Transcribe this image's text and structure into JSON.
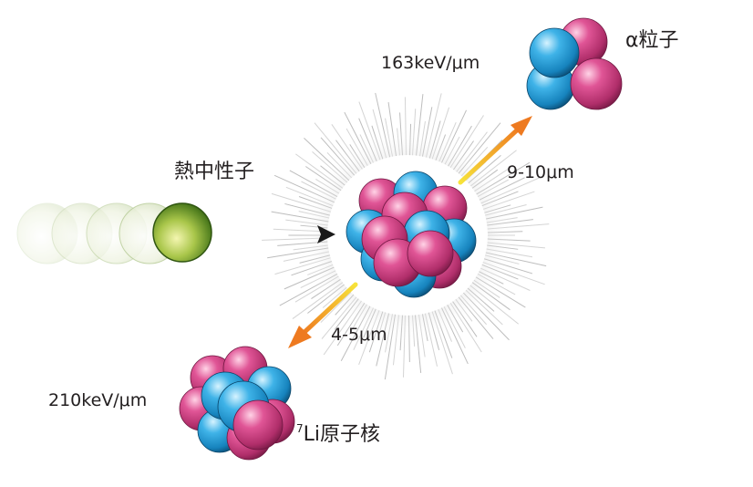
{
  "labels": {
    "neutron": "熱中性子",
    "alpha": "α粒子",
    "alpha_let": "163keV/μm",
    "alpha_range": "9-10μm",
    "li_mass": "7",
    "li_name": "Li原子核",
    "li_let": "210keV/μm",
    "li_range": "4-5μm"
  },
  "colors": {
    "proton_pink": "#c8387a",
    "neutron_blue": "#1f9bd6",
    "thermal_neutron_green": "#8fb83a",
    "track_yellow": "#f5d327",
    "track_orange": "#ef7d22",
    "incoming_arrow": "#333333"
  },
  "icons": {
    "incoming_particle": "green-sphere",
    "nucleus": "pink-blue-sphere-cluster"
  }
}
